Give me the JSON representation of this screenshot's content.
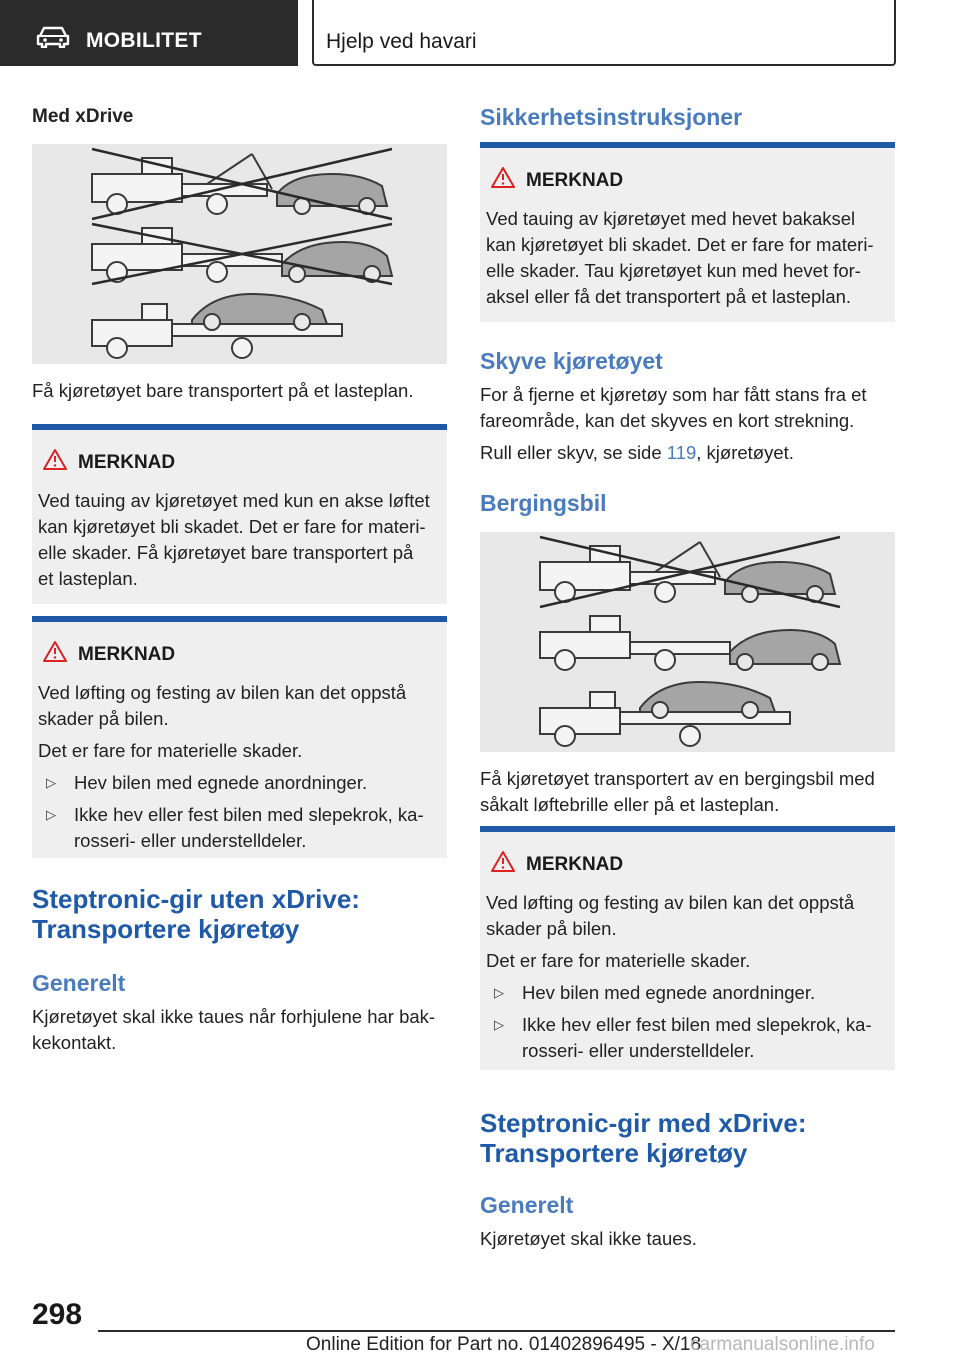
{
  "header": {
    "section": "MOBILITET",
    "title": "Hjelp ved havari",
    "icon": "car-icon"
  },
  "left": {
    "xdrive_heading": "Med xDrive",
    "figure1_caption": "Få kjøretøyet bare transportert på et lasteplan.",
    "note1": {
      "title": "MERKNAD",
      "lines": [
        "Ved tauing av kjøretøyet med kun en akse løftet",
        "kan kjøretøyet bli skadet. Det er fare for materi-",
        "elle skader. Få kjøretøyet bare transportert på",
        "et lasteplan."
      ]
    },
    "note2": {
      "title": "MERKNAD",
      "lines": [
        "Ved løfting og festing av bilen kan det oppstå",
        "skader på bilen."
      ],
      "line3": "Det er fare for materielle skader.",
      "bullet1": "Hev bilen med egnede anordninger.",
      "bullet2a": "Ikke hev eller fest bilen med slepekrok, ka-",
      "bullet2b": "rosseri- eller understelldeler."
    },
    "steptronic_heading_1": "Steptronic-gir uten xDrive:",
    "steptronic_heading_2": "Transportere kjøretøy",
    "general_heading": "Generelt",
    "general_text_1": "Kjøretøyet skal ikke taues når forhjulene har bak-",
    "general_text_2": "kekontakt."
  },
  "right": {
    "safety_heading": "Sikkerhetsinstruksjoner",
    "note1": {
      "title": "MERKNAD",
      "lines": [
        "Ved tauing av kjøretøyet med hevet bakaksel",
        "kan kjøretøyet bli skadet. Det er fare for materi-",
        "elle skader. Tau kjøretøyet kun med hevet for-",
        "aksel eller få det transportert på et lasteplan."
      ]
    },
    "push_heading": "Skyve kjøretøyet",
    "push_text_1": "For å fjerne et kjøretøy som har fått stans fra et",
    "push_text_2": "fareområde, kan det skyves en kort strekning.",
    "roll_prefix": "Rull eller skyv, se side ",
    "roll_link": "119",
    "roll_suffix": ", kjøretøyet.",
    "tow_heading": "Bergingsbil",
    "figure2_caption_1": "Få kjøretøyet transportert av en bergingsbil med",
    "figure2_caption_2": "såkalt løftebrille eller på et lasteplan.",
    "note2": {
      "title": "MERKNAD",
      "lines": [
        "Ved løfting og festing av bilen kan det oppstå",
        "skader på bilen."
      ],
      "line3": "Det er fare for materielle skader.",
      "bullet1": "Hev bilen med egnede anordninger.",
      "bullet2a": "Ikke hev eller fest bilen med slepekrok, ka-",
      "bullet2b": "rosseri- eller understelldeler."
    },
    "steptronic_heading_1": "Steptronic-gir med xDrive:",
    "steptronic_heading_2": "Transportere kjøretøy",
    "general_heading": "Generelt",
    "general_text": "Kjøretøyet skal ikke taues."
  },
  "footer": {
    "page_number": "298",
    "edition": "Online Edition for Part no. 01402896495 - X/18",
    "watermark": "carmanualsonline.info"
  },
  "colors": {
    "accent": "#1e5aa8",
    "heading_light": "#4a7bbd",
    "header_bg": "#2b2b2b",
    "note_bg": "#efefef"
  }
}
